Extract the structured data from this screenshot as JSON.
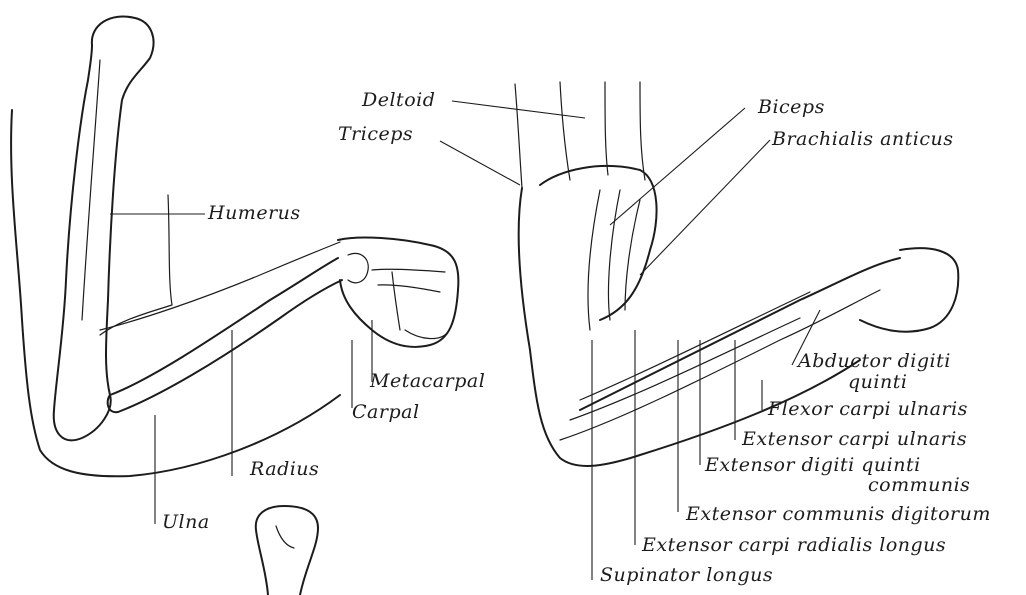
{
  "labels": {
    "humerus": "Humerus",
    "metacarpal": "Metacarpal",
    "carpal": "Carpal",
    "radius": "Radius",
    "ulna": "Ulna",
    "deltoid": "Deltoid",
    "triceps": "Triceps",
    "biceps": "Biceps",
    "brachialis_anticus": "Brachialis anticus",
    "abductor_digiti_quinti_line1": "Abductor digiti",
    "abductor_digiti_quinti_line2": "quinti",
    "flexor_carpi_ulnaris": "Flexor carpi ulnaris",
    "extensor_carpi_ulnaris": "Extensor carpi ulnaris",
    "extensor_digiti_quinti_line1": "Extensor digiti quinti",
    "extensor_digiti_quinti_line2": "communis",
    "extensor_communis_digitorum": "Extensor communis digitorum",
    "extensor_carpi_radialis_longus": "Extensor carpi radialis longus",
    "supinator_longus": "Supinator longus"
  },
  "colors": {
    "ink": "#1c1c1c",
    "paper": "#ffffff"
  }
}
